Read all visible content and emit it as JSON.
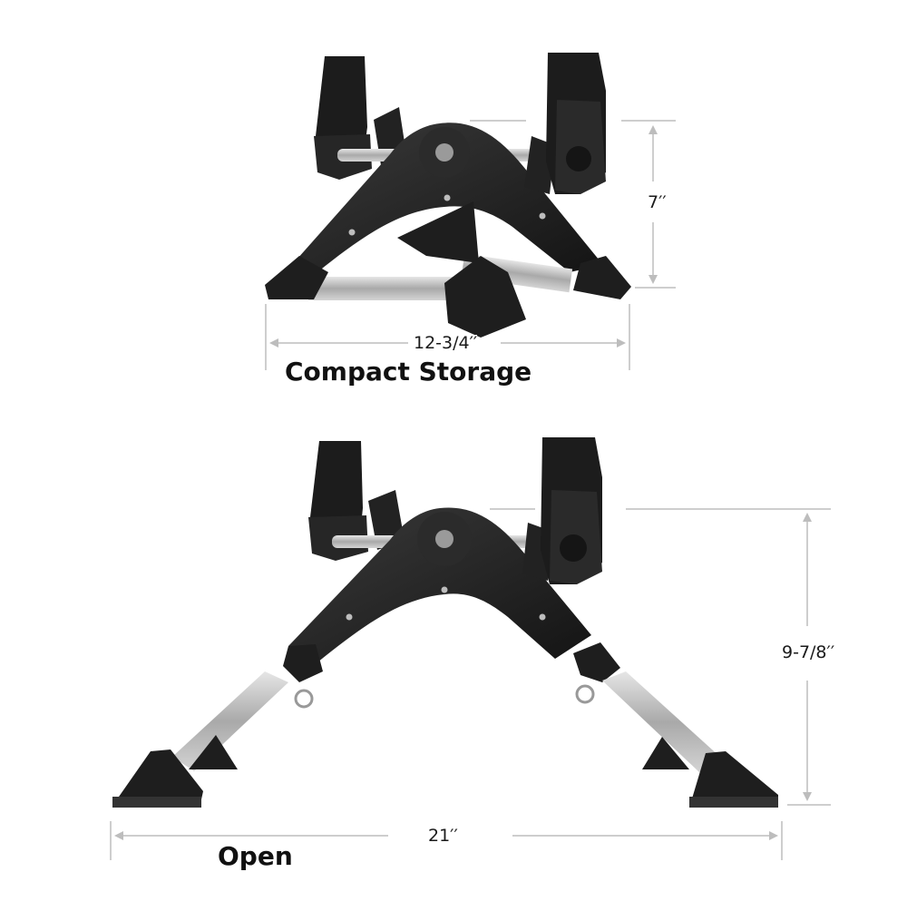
{
  "product": {
    "compact": {
      "caption": "Compact Storage",
      "height_label": "7′′",
      "width_label": "12-3/4′′"
    },
    "open": {
      "caption": "Open",
      "height_label": "9-7/8′′",
      "width_label": "21′′"
    }
  },
  "colors": {
    "frame": "#1d1d1d",
    "frame_highlight": "#3a3a3a",
    "metal": "#b9b9b9",
    "dimension_line": "#bdbdbd"
  }
}
